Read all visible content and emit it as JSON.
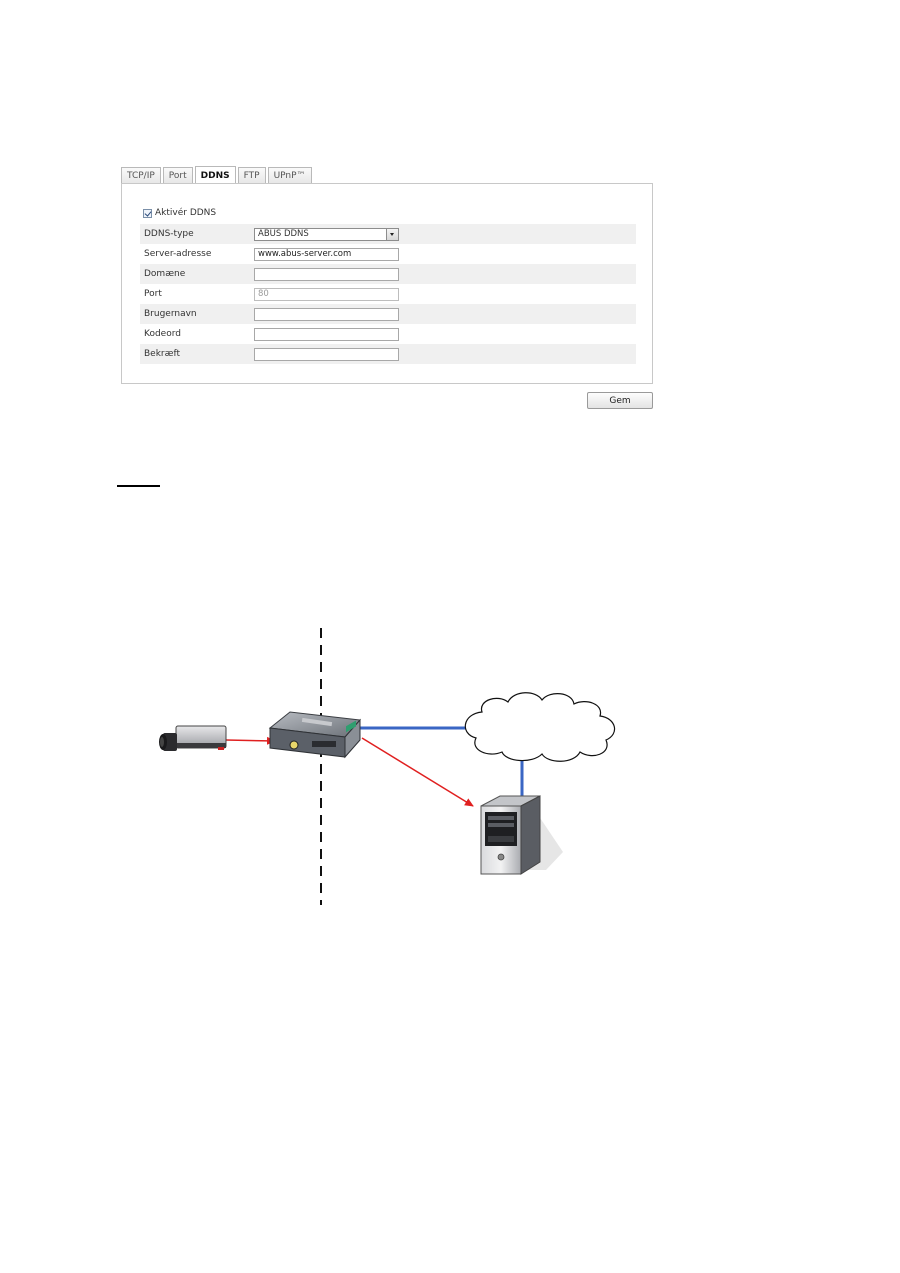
{
  "tabs": [
    {
      "label": "TCP/IP",
      "active": false
    },
    {
      "label": "Port",
      "active": false
    },
    {
      "label": "DDNS",
      "active": true
    },
    {
      "label": "FTP",
      "active": false
    },
    {
      "label": "UPnP™",
      "active": false
    }
  ],
  "ddns": {
    "enable_label": "Aktivér DDNS",
    "enable_checked": true,
    "type_label": "DDNS-type",
    "type_value": "ABUS DDNS",
    "server_label": "Server-adresse",
    "server_value": "www.abus-server.com",
    "domain_label": "Domæne",
    "domain_value": "",
    "port_label": "Port",
    "port_value": "80",
    "username_label": "Brugernavn",
    "username_value": "",
    "password_label": "Kodeord",
    "password_value": "",
    "confirm_label": "Bekræft",
    "confirm_value": ""
  },
  "save_label": "Gem",
  "diagram": {
    "link_color_local": "#e02020",
    "link_color_internet": "#3a66c4",
    "icons": [
      "ip-camera-icon",
      "router-icon",
      "internet-cloud-icon",
      "ddns-server-icon"
    ]
  }
}
